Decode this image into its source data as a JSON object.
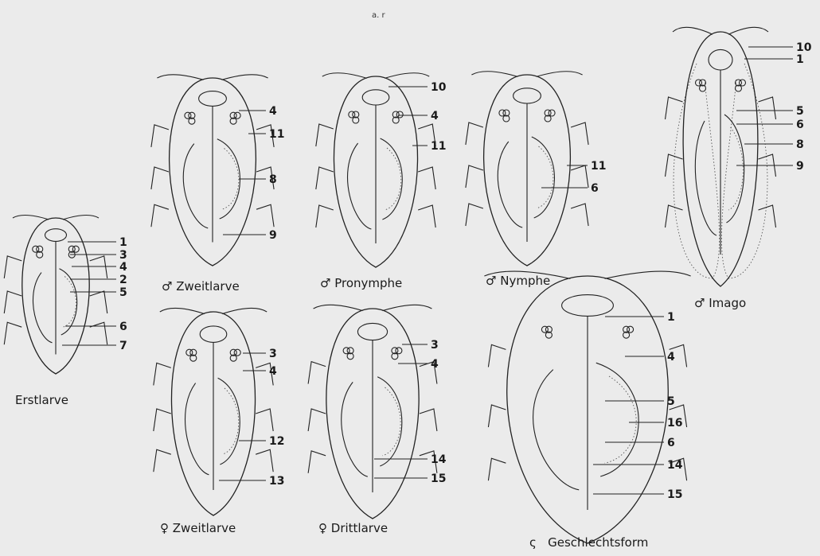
{
  "top_mark": "a. r",
  "figures": [
    {
      "id": "erstlarve",
      "caption": "Erstlarve",
      "labels": [
        "1",
        "3",
        "4",
        "2",
        "5",
        "6",
        "7"
      ]
    },
    {
      "id": "m-zweitlarve",
      "symbol": "♂",
      "caption": "Zweitlarve",
      "labels": [
        "4",
        "11",
        "8",
        "9"
      ]
    },
    {
      "id": "m-pronymphe",
      "symbol": "♂",
      "caption": "Pronymphe",
      "labels": [
        "10",
        "4",
        "11"
      ]
    },
    {
      "id": "m-nymphe",
      "symbol": "♂",
      "caption": "Nymphe",
      "labels": [
        "11",
        "6"
      ]
    },
    {
      "id": "m-imago",
      "symbol": "♂",
      "caption": "Imago",
      "labels": [
        "10",
        "1",
        "5",
        "6",
        "8",
        "9"
      ]
    },
    {
      "id": "f-zweitlarve",
      "symbol": "♀",
      "caption": "Zweitlarve",
      "labels": [
        "3",
        "4",
        "12",
        "13"
      ]
    },
    {
      "id": "f-drittlarve",
      "symbol": "♀",
      "caption": "Drittlarve",
      "labels": [
        "3",
        "4",
        "14",
        "15"
      ]
    },
    {
      "id": "f-geschlechtsform",
      "symbol": "ς",
      "caption": "Geschlechtsform",
      "labels": [
        "1",
        "4",
        "5",
        "16",
        "6",
        "14",
        "15"
      ]
    }
  ]
}
